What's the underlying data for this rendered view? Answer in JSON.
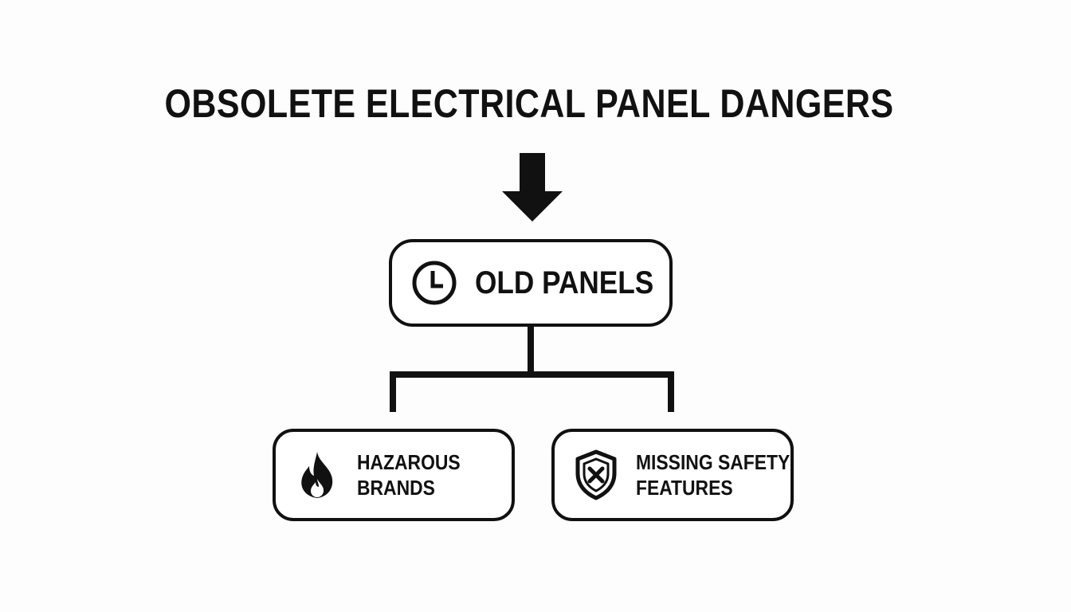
{
  "diagram": {
    "title": "OBSOLETE ELECTRICAL PANEL DANGERS",
    "root": {
      "label": "OLD PANELS",
      "icon": "clock-icon"
    },
    "children": [
      {
        "label_lines": [
          "HAZAROUS",
          "BRANDS"
        ],
        "icon": "flame-icon"
      },
      {
        "label_lines": [
          "MISSING SAFETY",
          "FEATURES"
        ],
        "icon": "shield-x-icon"
      }
    ],
    "colors": {
      "ink": "#111111",
      "background": "#fdfdfd"
    }
  }
}
